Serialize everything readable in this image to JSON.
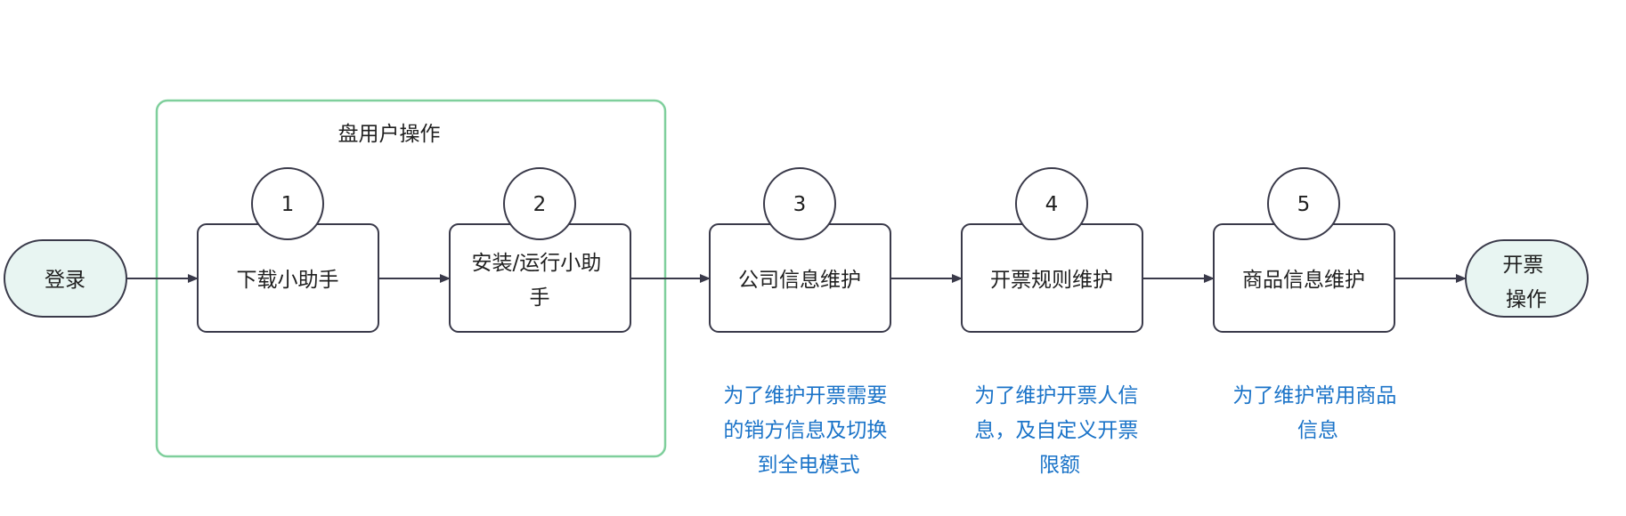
{
  "colors": {
    "group_border": "#7fcf9c",
    "terminal_fill": "#e8f5f2",
    "stroke": "#3a3a4a",
    "note_text": "#1a73c8",
    "text": "#1f1f1f"
  },
  "group": {
    "label": "盘用户操作"
  },
  "start": {
    "label": "登录"
  },
  "end": {
    "label_lines": [
      "开票",
      "操作"
    ]
  },
  "steps": [
    {
      "number": "1",
      "label_lines": [
        "下载小助手"
      ]
    },
    {
      "number": "2",
      "label_lines": [
        "安装/运行小助",
        "手"
      ]
    },
    {
      "number": "3",
      "label_lines": [
        "公司信息维护"
      ]
    },
    {
      "number": "4",
      "label_lines": [
        "开票规则维护"
      ]
    },
    {
      "number": "5",
      "label_lines": [
        "商品信息维护"
      ]
    }
  ],
  "notes": [
    {
      "step": "3",
      "lines": [
        "为了维护开票需要",
        "的销方信息及切换",
        "到全电模式"
      ]
    },
    {
      "step": "4",
      "lines": [
        "为了维护开票人信",
        "息，及自定义开票",
        "限额"
      ]
    },
    {
      "step": "5",
      "lines": [
        "为了维护常用商品",
        "信息"
      ]
    }
  ]
}
